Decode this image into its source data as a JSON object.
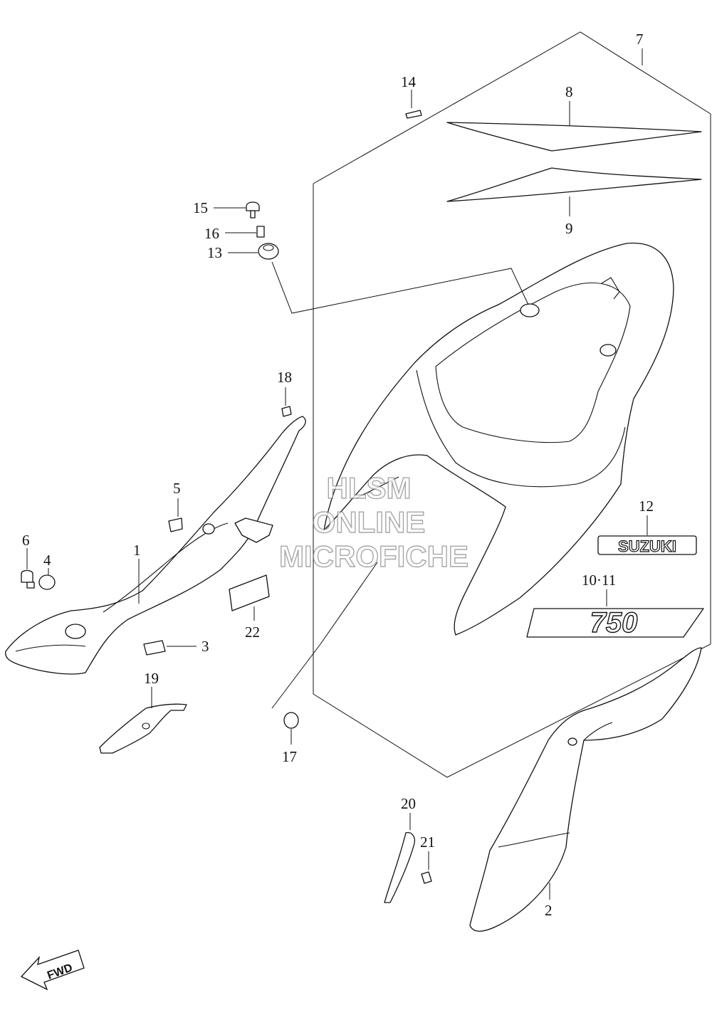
{
  "callouts": {
    "c1": "1",
    "c2": "2",
    "c3": "3",
    "c4": "4",
    "c5": "5",
    "c6": "6",
    "c7": "7",
    "c8": "8",
    "c9": "9",
    "c10_11": "10·11",
    "c12": "12",
    "c13": "13",
    "c14": "14",
    "c15": "15",
    "c16": "16",
    "c17": "17",
    "c18": "18",
    "c19": "19",
    "c20": "20",
    "c21": "21",
    "c22": "22"
  },
  "emblems": {
    "suzuki": "SUZUKI",
    "model": "750"
  },
  "watermark": {
    "line1": "HLSM",
    "line2": "ONLINE",
    "line3": "MICROFICHE"
  },
  "fwd_label": "FWD"
}
